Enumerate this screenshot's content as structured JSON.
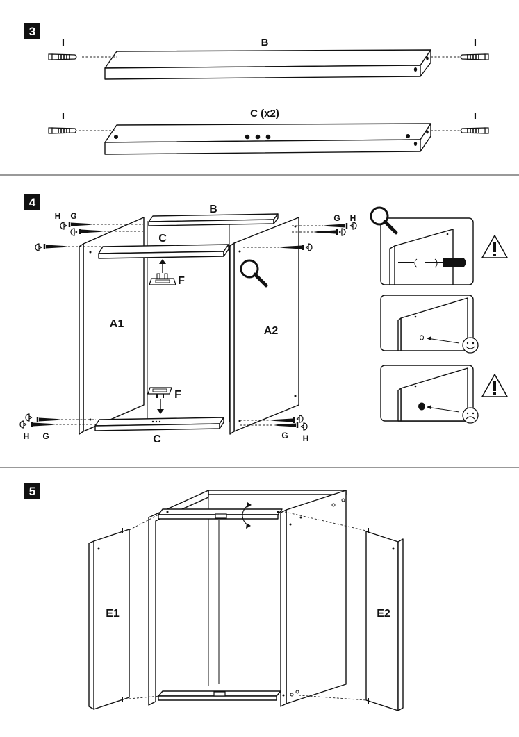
{
  "steps": [
    {
      "number": "3",
      "labels": {
        "dowel_left_top": "I",
        "board_b": "B",
        "dowel_right_top": "I",
        "dowel_left_bottom": "I",
        "board_c": "C (x2)",
        "dowel_right_bottom": "I"
      }
    },
    {
      "number": "4",
      "labels": {
        "h_tl": "H",
        "g_tl": "G",
        "board_b": "B",
        "c_top": "C",
        "f_top": "F",
        "g_tr": "G",
        "h_tr": "H",
        "a1": "A1",
        "a2": "A2",
        "f_bottom": "F",
        "h_bl": "H",
        "g_bl": "G",
        "c_bottom": "C",
        "g_br": "G",
        "h_br": "H"
      }
    },
    {
      "number": "5",
      "labels": {
        "e1": "E1",
        "e2": "E2"
      }
    }
  ]
}
